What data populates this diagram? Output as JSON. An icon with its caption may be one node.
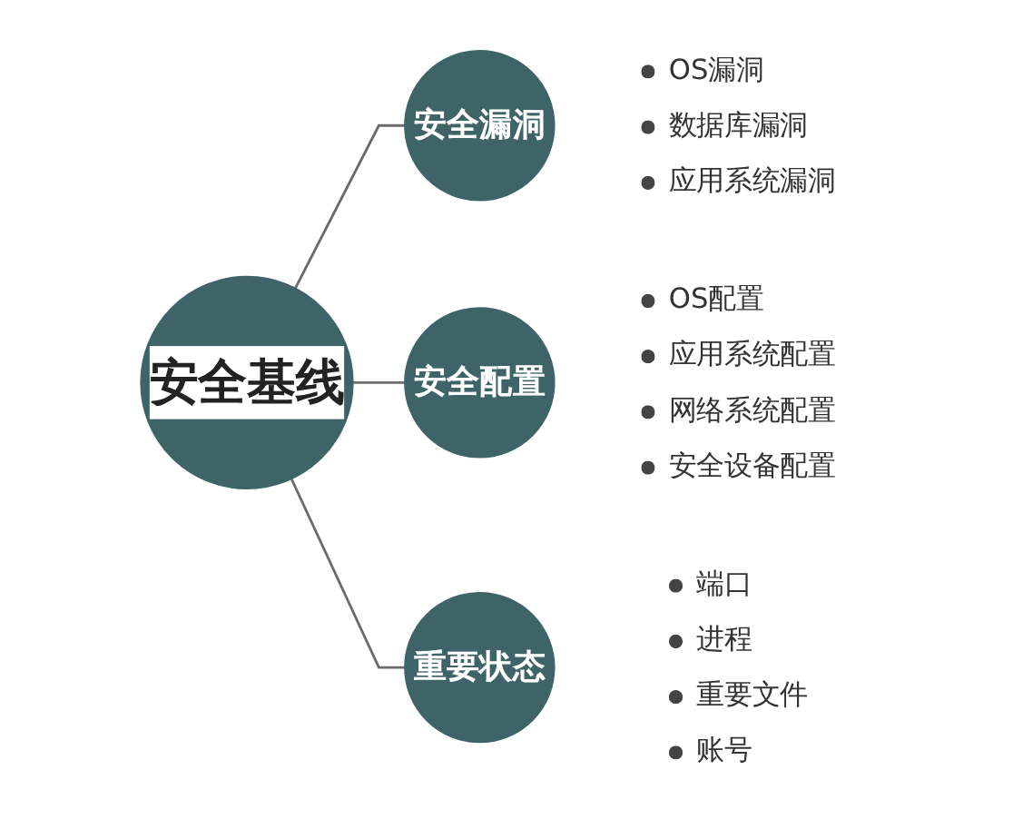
{
  "diagram": {
    "nodes": [
      {
        "text": [
          "安全基线"
        ]
      },
      {
        "text": [
          "安全漏洞"
        ],
        "beside": [
          "OS漏洞",
          "数据库漏洞",
          "应用系统漏洞"
        ]
      },
      {
        "text": [
          "安全配置"
        ],
        "beside": [
          "OS配置",
          "应用系统配置",
          "网络系统配置",
          "安全设备配置"
        ]
      },
      {
        "text": [
          "重要状态"
        ],
        "beside": [
          "端口",
          "进程",
          "重要文件",
          "账号"
        ]
      }
    ],
    "edges": [
      {
        "from": 0,
        "to": 1,
        "arrow": "none"
      },
      {
        "from": 0,
        "to": 2,
        "arrow": "none"
      },
      {
        "from": 0,
        "to": 3,
        "arrow": "none"
      }
    ]
  }
}
